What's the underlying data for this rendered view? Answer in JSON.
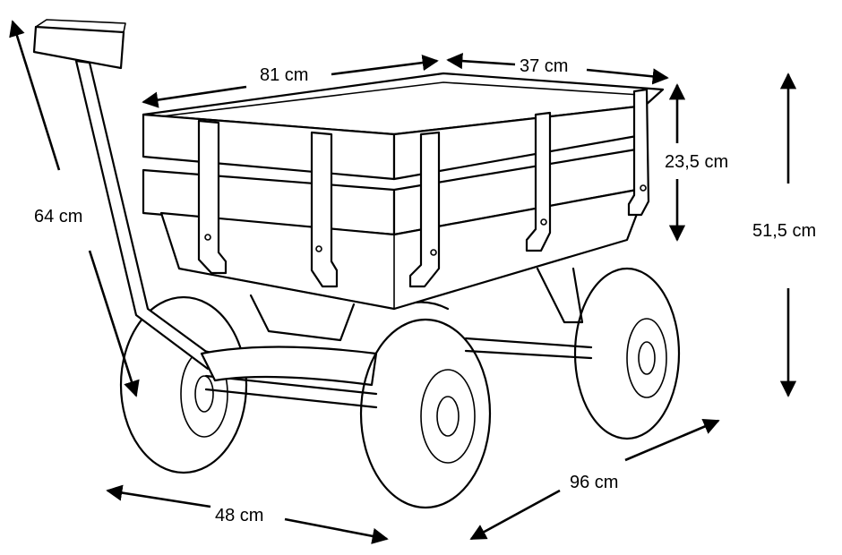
{
  "diagram": {
    "dimensions": [
      {
        "id": "handle-length",
        "label": "64 cm"
      },
      {
        "id": "bed-length",
        "label": "81 cm"
      },
      {
        "id": "bed-width",
        "label": "37 cm"
      },
      {
        "id": "side-height",
        "label": "23,5 cm"
      },
      {
        "id": "total-height",
        "label": "51,5 cm"
      },
      {
        "id": "track-width",
        "label": "48 cm"
      },
      {
        "id": "total-length",
        "label": "96 cm"
      }
    ],
    "colors": {
      "line": "#000000",
      "background": "#ffffff"
    }
  }
}
